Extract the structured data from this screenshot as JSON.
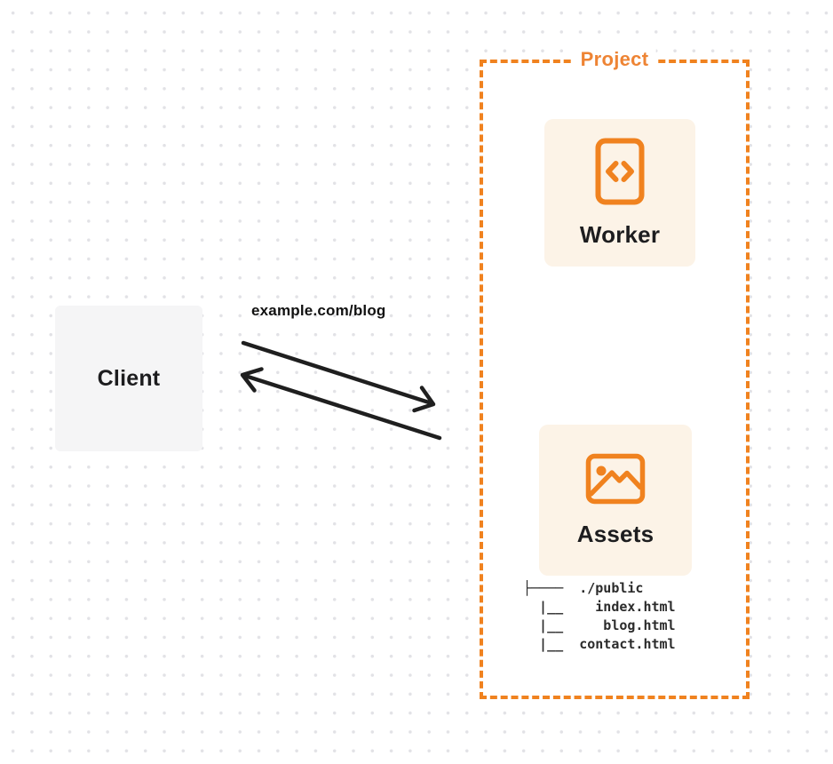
{
  "client": {
    "label": "Client"
  },
  "request_label": "example.com/blog",
  "project": {
    "label": "Project",
    "worker": {
      "label": "Worker",
      "icon": "code-file-icon"
    },
    "assets": {
      "label": "Assets",
      "icon": "image-icon"
    },
    "file_tree": {
      "lines": [
        "├────  ./public",
        "  |__    index.html",
        "  |__     blog.html",
        "  |__  contact.html"
      ]
    }
  },
  "icons": [
    "code-file-icon",
    "image-icon",
    "request-arrow-icon",
    "response-arrow-icon"
  ],
  "colors": {
    "accent_orange": "#f0821f",
    "card_cream": "#fcf3e7",
    "client_gray": "#f5f5f6",
    "arrow_black": "#1f1f1f",
    "dot_grid": "#e2e2e6",
    "text_dark": "#1d1d1f"
  }
}
